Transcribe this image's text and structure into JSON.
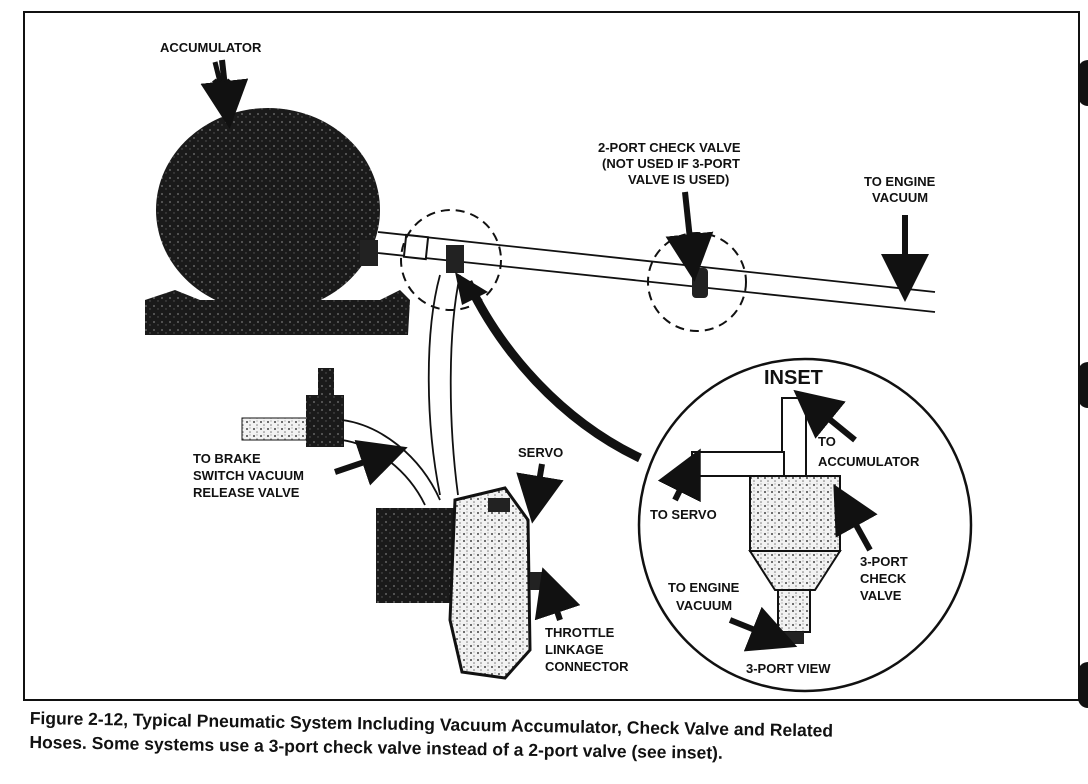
{
  "labels": {
    "accumulator": "ACCUMULATOR",
    "check_valve_2port_1": "2-PORT CHECK VALVE",
    "check_valve_2port_2": "(NOT USED IF 3-PORT",
    "check_valve_2port_3": "VALVE IS USED)",
    "engine_vacuum_1": "TO ENGINE",
    "engine_vacuum_2": "VACUUM",
    "brake_1": "TO BRAKE",
    "brake_2": "SWITCH VACUUM",
    "brake_3": "RELEASE VALVE",
    "servo": "SERVO",
    "throttle_1": "THROTTLE",
    "throttle_2": "LINKAGE",
    "throttle_3": "CONNECTOR"
  },
  "inset": {
    "title": "INSET",
    "to_accumulator_1": "TO",
    "to_accumulator_2": "ACCUMULATOR",
    "to_servo": "TO SERVO",
    "check_valve_1": "3-PORT",
    "check_valve_2": "CHECK",
    "check_valve_3": "VALVE",
    "engine_vacuum_1": "TO ENGINE",
    "engine_vacuum_2": "VACUUM",
    "view": "3-PORT VIEW"
  },
  "caption": {
    "line1": "Figure 2-12, Typical Pneumatic System Including Vacuum Accumulator, Check Valve and Related",
    "line2": "Hoses. Some systems use a 3-port check valve instead of a 2-port valve (see inset)."
  }
}
